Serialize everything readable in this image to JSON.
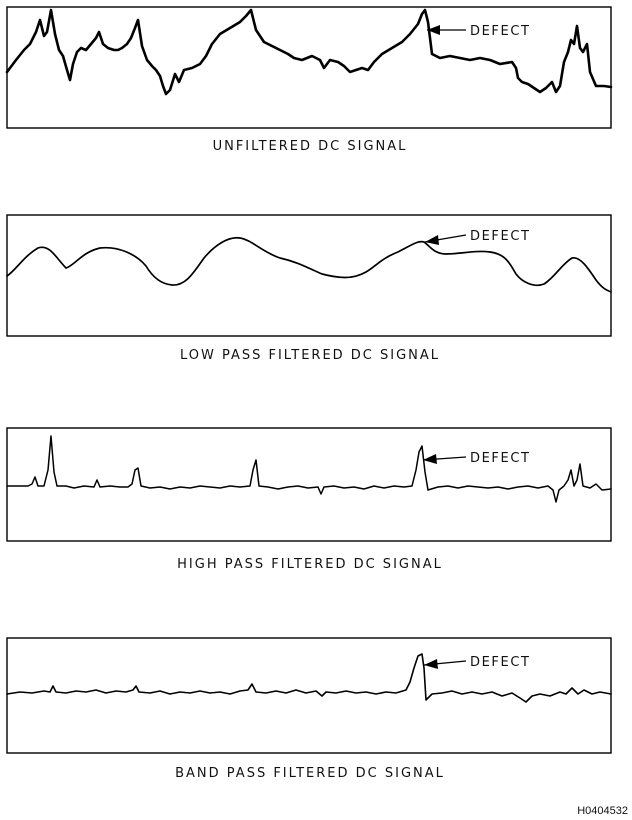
{
  "figure": {
    "id": "H0404532",
    "panels": [
      {
        "caption": "UNFILTERED DC SIGNAL",
        "marker": "DEFECT"
      },
      {
        "caption": "LOW PASS FILTERED DC SIGNAL",
        "marker": "DEFECT"
      },
      {
        "caption": "HIGH PASS FILTERED DC SIGNAL",
        "marker": "DEFECT"
      },
      {
        "caption": "BAND PASS FILTERED DC SIGNAL",
        "marker": "DEFECT"
      }
    ]
  }
}
